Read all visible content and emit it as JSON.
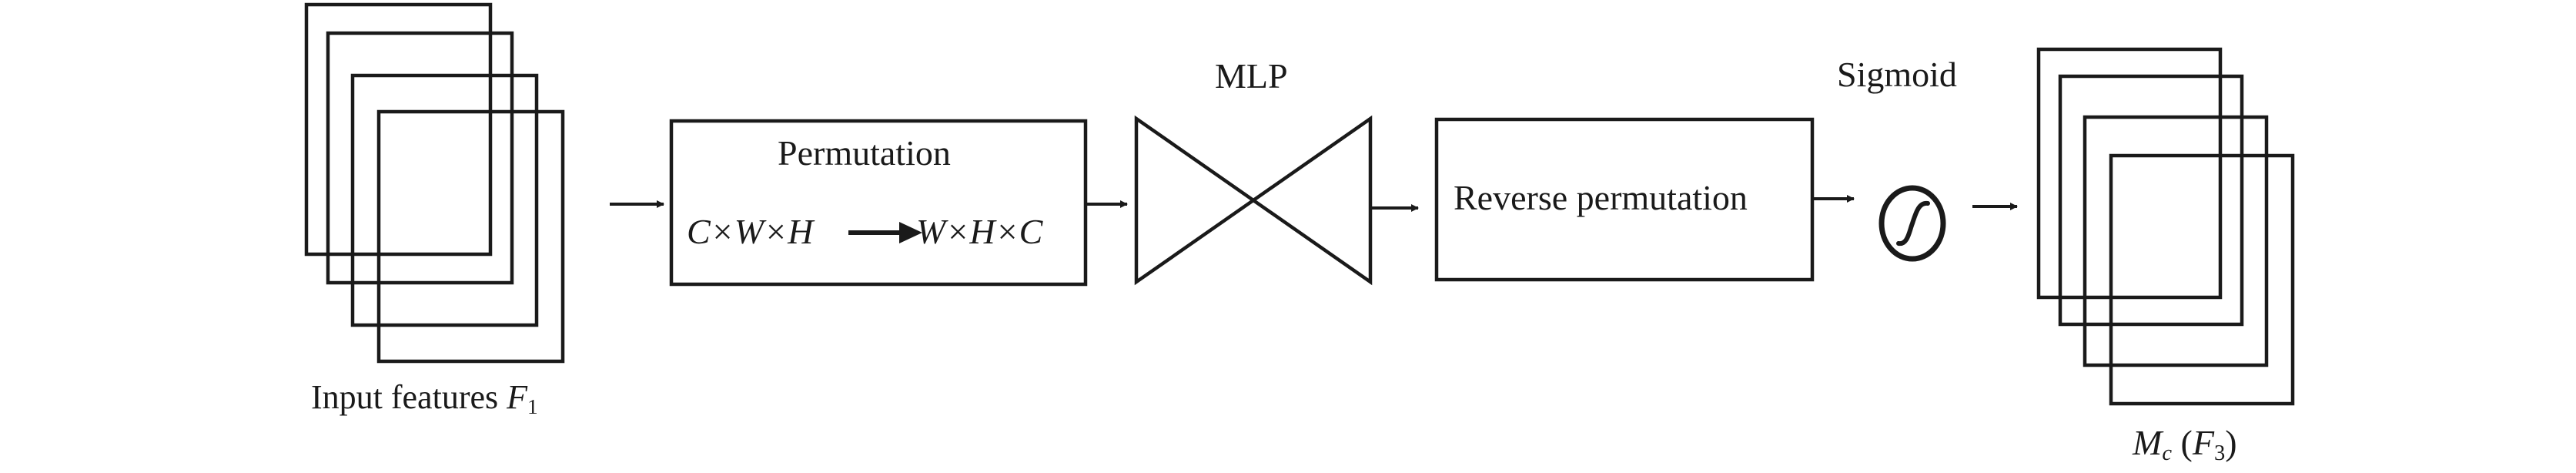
{
  "input_label": {
    "text": "Input features ",
    "var": "F",
    "sub": "1"
  },
  "permutation": {
    "title": "Permutation",
    "from": "C×W×H",
    "to": "W×H×C"
  },
  "mlp_label": "MLP",
  "reverse_label": "Reverse permutation",
  "sigmoid_label": "Sigmoid",
  "output_label": {
    "var": "M",
    "sub": "c",
    "paren_open": " (",
    "arg": "F",
    "arg_sub": "3",
    "paren_close": ")"
  },
  "colors": {
    "stroke": "#1a1a1a",
    "background": "#ffffff"
  },
  "icons": [
    "feature-map-stack-icon",
    "arrow-right-icon",
    "bowtie-mlp-icon",
    "sigmoid-curve-icon"
  ]
}
